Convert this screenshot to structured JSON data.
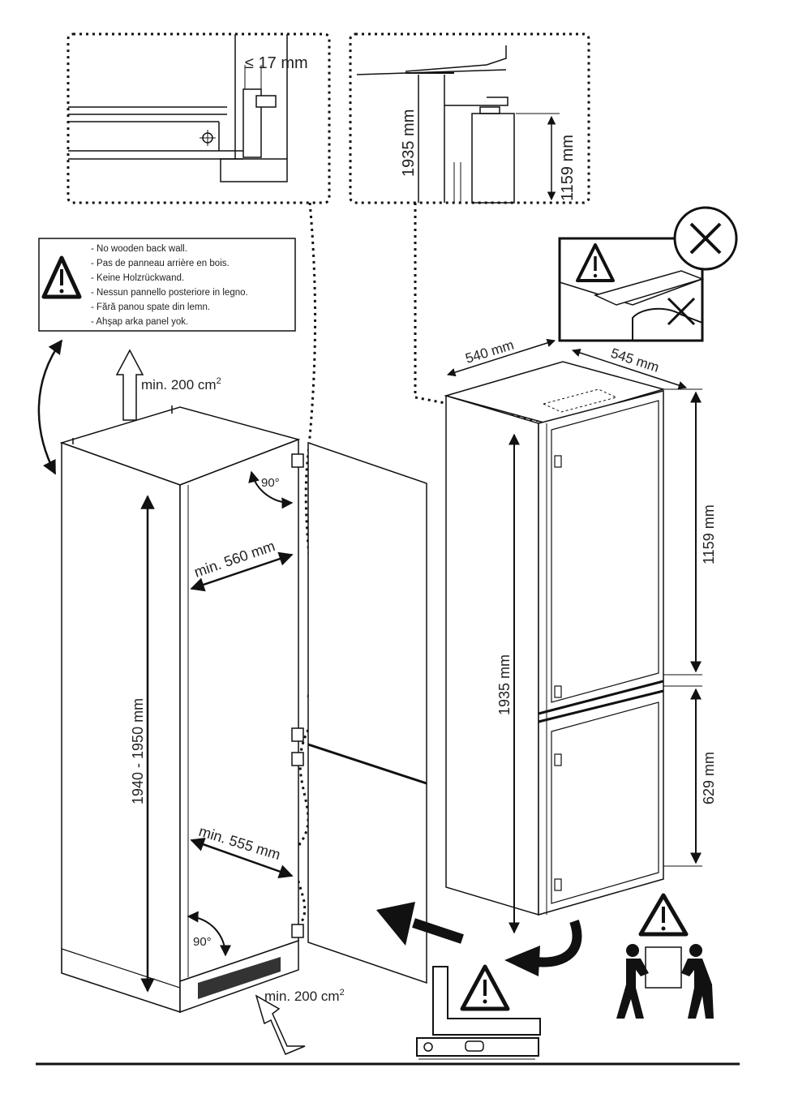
{
  "warning_panel": {
    "lines": [
      "- No wooden back wall.",
      "- Pas de panneau arrière en bois.",
      "- Keine Holzrückwand.",
      "- Nessun pannello posteriore in legno.",
      "- Fără panou spate din lemn.",
      "- Ahşap arka panel yok."
    ]
  },
  "detail_hinge": {
    "gap_label": "≤ 17 mm"
  },
  "detail_height": {
    "total_height": "1935 mm",
    "upper_height": "1159 mm"
  },
  "cabinet": {
    "vent_top": "min. 200 cm",
    "vent_top_sup": "2",
    "vent_bottom": "min. 200 cm",
    "vent_bottom_sup": "2",
    "angle_top": "90°",
    "angle_bottom": "90°",
    "width_top": "min. 560 mm",
    "width_bottom": "min. 555 mm",
    "height_range": "1940 - 1950 mm"
  },
  "appliance": {
    "width": "540 mm",
    "depth": "545 mm",
    "total_height": "1935 mm",
    "upper_height": "1159 mm",
    "lower_height": "629 mm"
  },
  "icons": [
    "warning-icon",
    "prohibited-icon",
    "two-person-lift-icon",
    "spirit-level-icon",
    "move-arrow-icon",
    "rotate-arrow-icon"
  ]
}
